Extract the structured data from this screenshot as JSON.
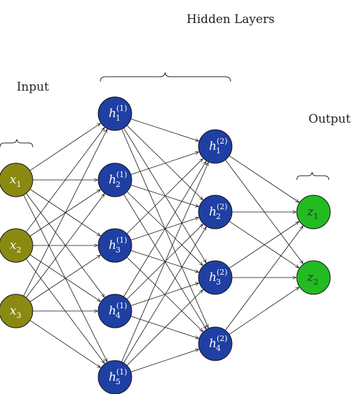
{
  "labels": {
    "hidden": "Hidden Layers",
    "input": "Input",
    "output": "Output"
  },
  "colors": {
    "input": "#8a8a12",
    "hidden": "#1f3fa3",
    "output": "#22bb22",
    "edge": "#111111",
    "node_stroke": "#111111",
    "brace": "#222222"
  },
  "layers": [
    {
      "id": "input",
      "nodes": [
        {
          "base": "x",
          "sub": "1"
        },
        {
          "base": "x",
          "sub": "2"
        },
        {
          "base": "x",
          "sub": "3"
        }
      ]
    },
    {
      "id": "hidden1",
      "nodes": [
        {
          "base": "h",
          "sub": "1",
          "sup": "(1)"
        },
        {
          "base": "h",
          "sub": "2",
          "sup": "(1)"
        },
        {
          "base": "h",
          "sub": "3",
          "sup": "(1)"
        },
        {
          "base": "h",
          "sub": "4",
          "sup": "(1)"
        },
        {
          "base": "h",
          "sub": "5",
          "sup": "(1)"
        }
      ]
    },
    {
      "id": "hidden2",
      "nodes": [
        {
          "base": "h",
          "sub": "1",
          "sup": "(2)"
        },
        {
          "base": "h",
          "sub": "2",
          "sup": "(2)"
        },
        {
          "base": "h",
          "sub": "3",
          "sup": "(2)"
        },
        {
          "base": "h",
          "sub": "4",
          "sup": "(2)"
        }
      ]
    },
    {
      "id": "output",
      "nodes": [
        {
          "base": "z",
          "sub": "1"
        },
        {
          "base": "z",
          "sub": "2"
        }
      ]
    }
  ]
}
